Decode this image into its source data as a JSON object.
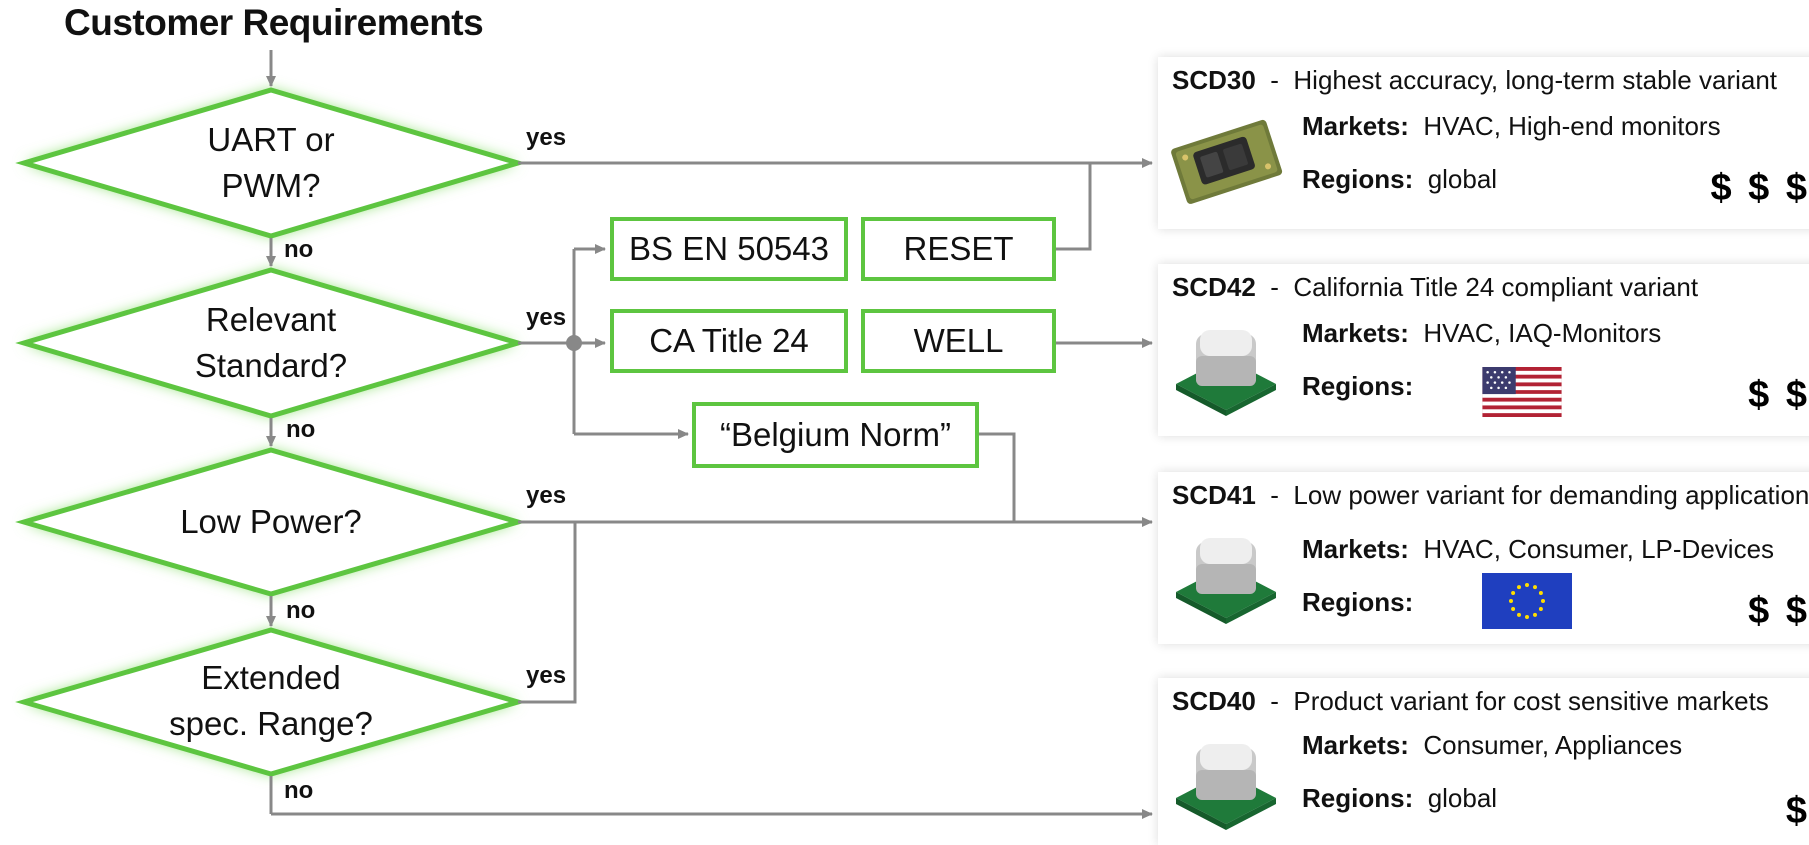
{
  "title": "Customer Requirements",
  "decisions": [
    {
      "line1": "UART or",
      "line2": "PWM?"
    },
    {
      "line1": "Relevant",
      "line2": "Standard?"
    },
    {
      "line1": "Low Power?",
      "line2": ""
    },
    {
      "line1": "Extended",
      "line2": "spec. Range?"
    }
  ],
  "edge_labels": {
    "yes": "yes",
    "no": "no"
  },
  "standards": {
    "bs_en": "BS EN 50543",
    "reset": "RESET",
    "ca_title": "CA Title 24",
    "well": "WELL",
    "belgium": "“Belgium Norm”"
  },
  "products": [
    {
      "name": "SCD30",
      "sep": "-",
      "desc": "Highest accuracy, long-term stable variant",
      "markets_label": "Markets:",
      "markets": "HVAC, High-end monitors",
      "regions_label": "Regions:",
      "regions": "global",
      "price": "$ $ $",
      "thumb": "sensor-board-icon"
    },
    {
      "name": "SCD42",
      "sep": "-",
      "desc": "California Title 24 compliant variant",
      "markets_label": "Markets:",
      "markets": "HVAC, IAQ-Monitors",
      "regions_label": "Regions:",
      "regions": "",
      "region_flag": "us-flag-icon",
      "price": "$ $",
      "thumb": "sensor-module-icon"
    },
    {
      "name": "SCD41",
      "sep": "-",
      "desc": "Low power variant for demanding applications",
      "markets_label": "Markets:",
      "markets": "HVAC, Consumer, LP-Devices",
      "regions_label": "Regions:",
      "regions": "",
      "region_flag": "eu-flag-icon",
      "price": "$ $",
      "thumb": "sensor-module-icon"
    },
    {
      "name": "SCD40",
      "sep": "-",
      "desc": "Product variant for cost sensitive markets",
      "markets_label": "Markets:",
      "markets": "Consumer, Appliances",
      "regions_label": "Regions:",
      "regions": "global",
      "price": "$",
      "thumb": "sensor-module-icon"
    }
  ],
  "colors": {
    "accent_green": "#5dc540",
    "line_gray": "#888888",
    "glow_green": "#8be06e"
  }
}
